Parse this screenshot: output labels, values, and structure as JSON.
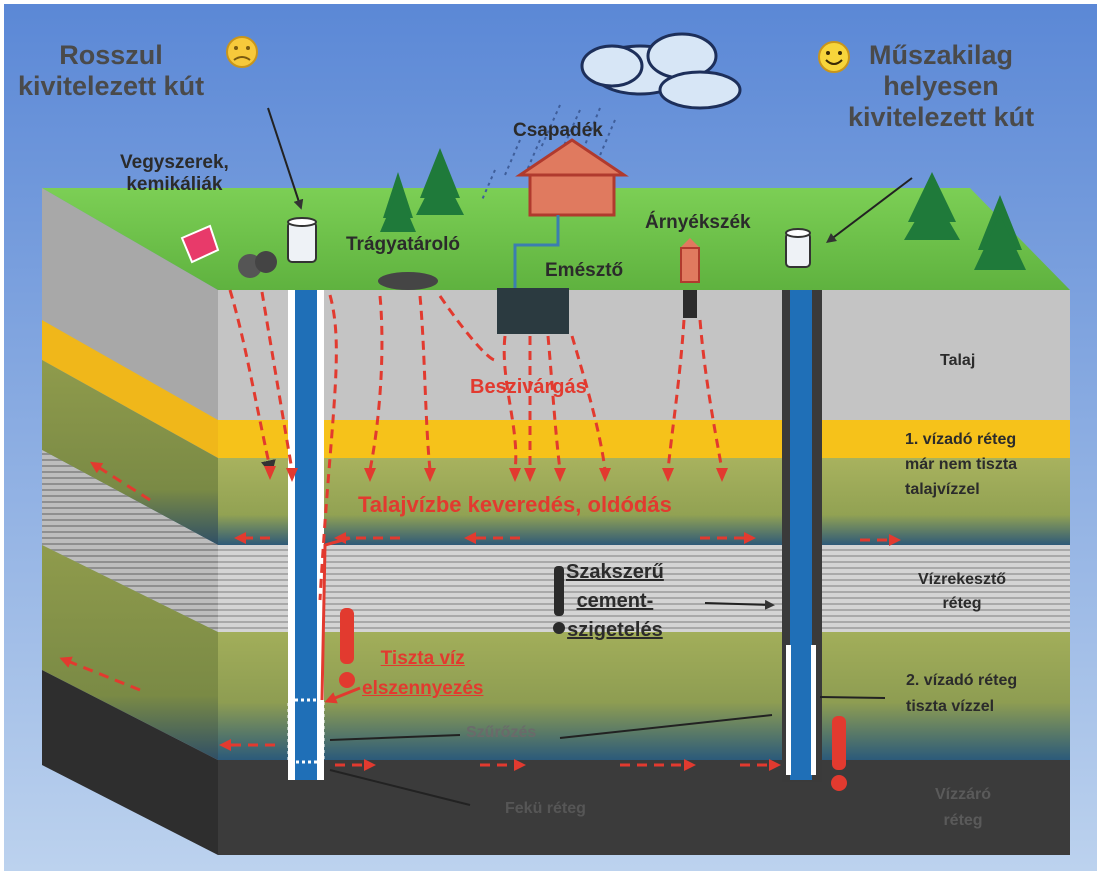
{
  "labels": {
    "bad_well": "Rosszul\nkivitelezett kút",
    "good_well": "Műszakilag\nhelyesen\nkivitelezett kút",
    "precip": "Csapadék",
    "chemicals": "Vegyszerek,\nkemikáliák",
    "manure": "Trágyatároló",
    "septic": "Emésztő",
    "outhouse": "Árnyékszék",
    "seepage": "Beszivárgás",
    "mixing": "Talajvízbe keveredés, oldódás",
    "soil": "Talaj",
    "aquifer1": "1. vízadó réteg\nmár nem tiszta\ntalajvízzel",
    "aquitard": "Vízrekesztő\nréteg",
    "aquifer2": "2. vízadó réteg\ntiszta vízzel",
    "cement": "Szakszerű\ncement-\nszigetelés",
    "contamination": "Tiszta víz\nelszennyezés",
    "screen": "Szűrőzés",
    "bedrock_center": "Fekü réteg",
    "bedrock_right": "Vízzáró\nréteg"
  },
  "icons": [
    "sad-face-icon",
    "smiley-face-icon",
    "cloud-icon",
    "rain-icon",
    "house-icon",
    "tree-icon",
    "well-icon",
    "warning-exclamation-icon"
  ],
  "colors": {
    "sky_top": "#5b88d6",
    "sky_bottom": "#bcd2ee",
    "grass": "#6cc04a",
    "soil_grey": "#bfbfbf",
    "sand_yellow": "#f6c21a",
    "aquifer_green": "#9aa856",
    "clay_stripe": "#d9d9d9",
    "bedrock": "#3b3b3b",
    "well_blue": "#1f6fb7",
    "arrow_red": "#e23a2f"
  }
}
